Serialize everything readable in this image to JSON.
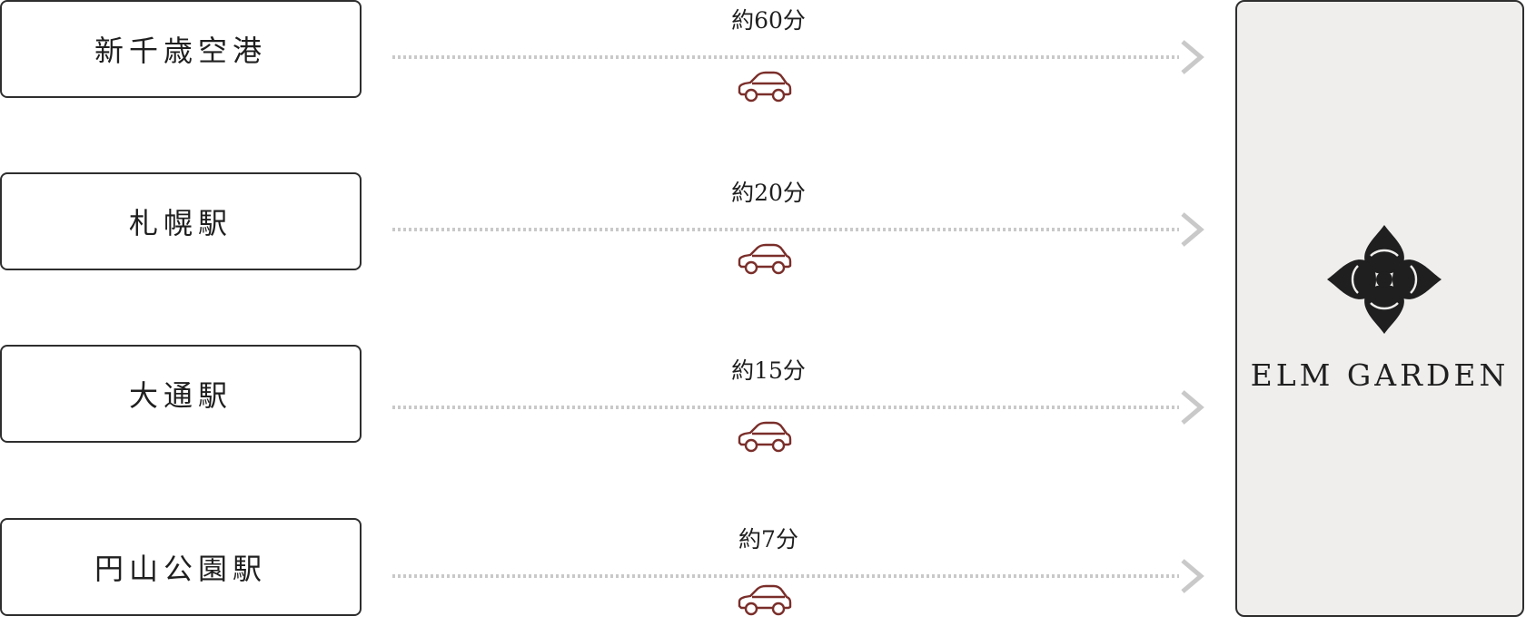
{
  "routes": [
    {
      "origin": "新千歳空港",
      "duration": "約60分",
      "mode_icon": "car-icon"
    },
    {
      "origin": "札幌駅",
      "duration": "約20分",
      "mode_icon": "car-icon"
    },
    {
      "origin": "大通駅",
      "duration": "約15分",
      "mode_icon": "car-icon"
    },
    {
      "origin": "円山公園駅",
      "duration": "約7分",
      "mode_icon": "car-icon"
    }
  ],
  "destination": {
    "name": "ELM GARDEN",
    "logo_icon": "flower-logo-icon"
  },
  "colors": {
    "box_border": "#2e2e2e",
    "dotted_line": "#c9c9c9",
    "arrow_head": "#c9c9c9",
    "car_icon": "#7a2e2a",
    "panel_background": "#efeeed",
    "text": "#1f1f1f"
  }
}
